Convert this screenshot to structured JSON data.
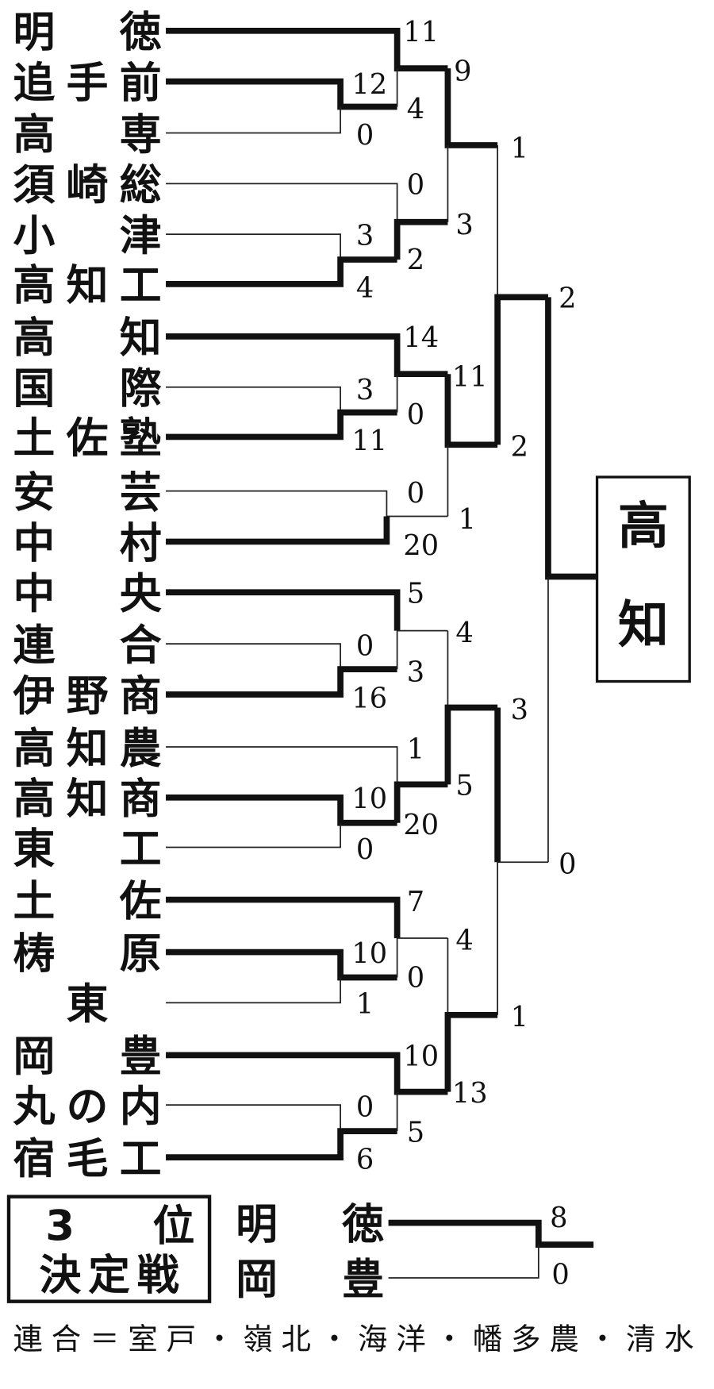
{
  "teams": [
    "明徳",
    "追手前",
    "高専",
    "須崎総",
    "小津",
    "高知工",
    "高知",
    "国際",
    "土佐塾",
    "安芸",
    "中村",
    "中央",
    "連合",
    "伊野商",
    "高知農",
    "高知商",
    "東工",
    "土佐",
    "梼原",
    "東",
    "岡豊",
    "丸の内",
    "宿毛工"
  ],
  "matches": [
    {
      "scores": [
        "12",
        "0"
      ]
    },
    {
      "scores": [
        "11",
        "4"
      ]
    },
    {
      "scores": [
        "3",
        "4"
      ]
    },
    {
      "scores": [
        "0",
        "2"
      ]
    },
    {
      "scores": [
        "9",
        "3"
      ]
    },
    {
      "scores": [
        "3",
        "11"
      ]
    },
    {
      "scores": [
        "14",
        "0"
      ]
    },
    {
      "scores": [
        "0",
        "20"
      ]
    },
    {
      "scores": [
        "11",
        "1"
      ]
    },
    {
      "scores": [
        "1",
        "2"
      ]
    },
    {
      "scores": [
        "0",
        "16"
      ]
    },
    {
      "scores": [
        "5",
        "3"
      ]
    },
    {
      "scores": [
        "10",
        "0"
      ]
    },
    {
      "scores": [
        "1",
        "20"
      ]
    },
    {
      "scores": [
        "4",
        "5"
      ]
    },
    {
      "scores": [
        "10",
        "1"
      ]
    },
    {
      "scores": [
        "7",
        "0"
      ]
    },
    {
      "scores": [
        "0",
        "6"
      ]
    },
    {
      "scores": [
        "10",
        "5"
      ]
    },
    {
      "scores": [
        "4",
        "13"
      ]
    },
    {
      "scores": [
        "3",
        "1"
      ]
    },
    {
      "scores": [
        "2",
        "0"
      ]
    }
  ],
  "champion": {
    "char1": "高",
    "char2": "知"
  },
  "third_place": {
    "label_num": "3",
    "label_rank": "位",
    "label_match": "決定戦",
    "teams": [
      "明徳",
      "岡豊"
    ],
    "scores": [
      "8",
      "0"
    ]
  },
  "footnote": "連合＝室戸・嶺北・海洋・幡多農・清水"
}
